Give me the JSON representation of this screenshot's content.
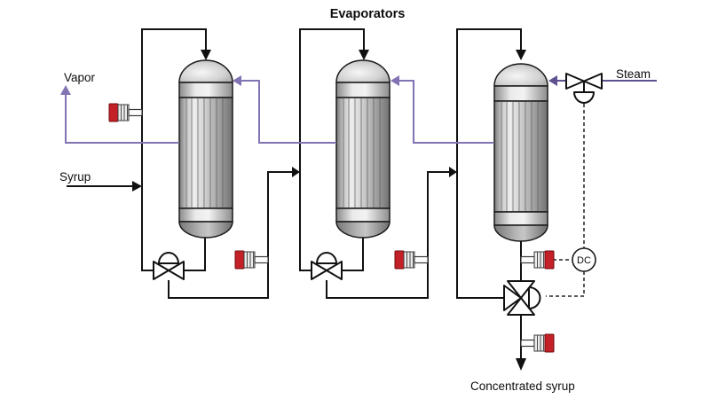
{
  "diagram": {
    "title": "Evaporators",
    "labels": {
      "vapor": "Vapor",
      "syrup": "Syrup",
      "steam": "Steam",
      "concentrated_syrup": "Concentrated syrup",
      "controller": "DC"
    },
    "colors": {
      "background": "#ffffff",
      "pipe": "#111111",
      "vapor_line": "#8273b3",
      "steam_line": "#5f5190",
      "sensor_red": "#c32127"
    }
  }
}
